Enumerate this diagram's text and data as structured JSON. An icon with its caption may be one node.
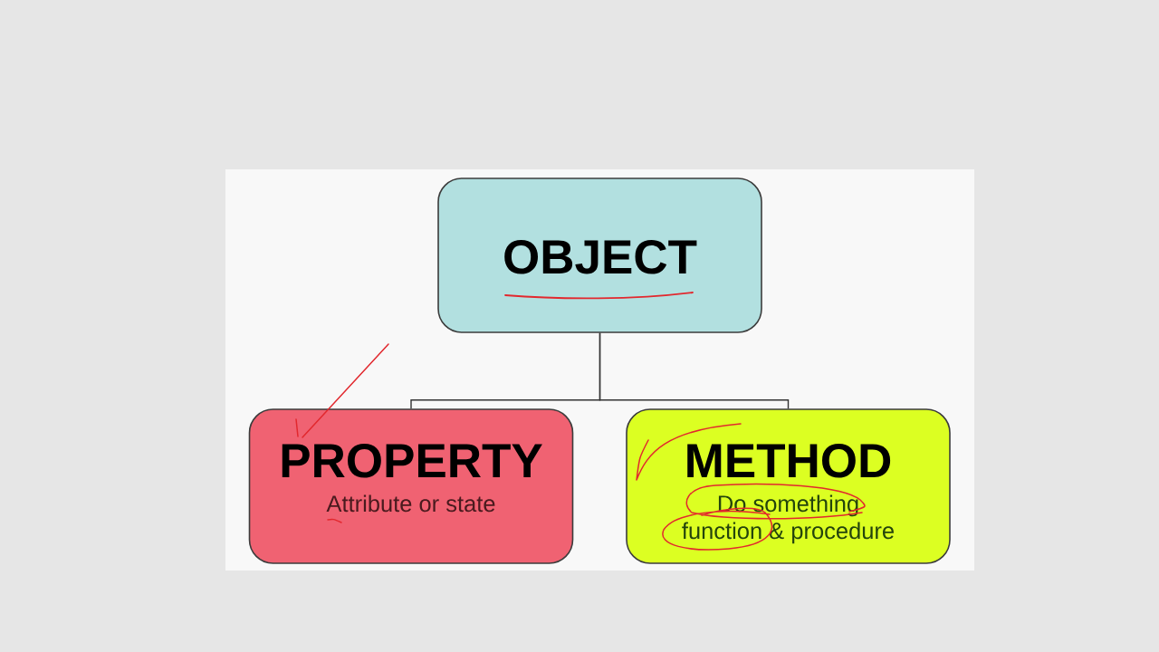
{
  "diagram": {
    "nodes": [
      {
        "text": [
          "OBJECT"
        ]
      },
      {
        "text": [
          "PROPERTY",
          "Attribute or state"
        ]
      },
      {
        "text": [
          "METHOD",
          "Do something",
          "function & procedure"
        ]
      }
    ],
    "edges": [
      {
        "from": 0,
        "to": 1,
        "arrow": "none"
      },
      {
        "from": 0,
        "to": 2,
        "arrow": "none"
      }
    ]
  }
}
